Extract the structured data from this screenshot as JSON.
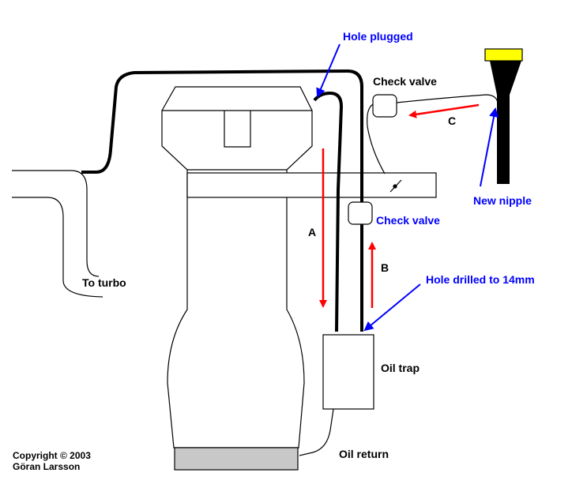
{
  "labels": {
    "hole_plugged": "Hole plugged",
    "check_valve_top": "Check valve",
    "check_valve_mid": "Check valve",
    "new_nipple": "New nipple",
    "to_turbo": "To turbo",
    "hole_drilled": "Hole drilled to 14mm",
    "oil_trap": "Oil trap",
    "oil_return": "Oil return",
    "arrow_a": "A",
    "arrow_b": "B",
    "arrow_c": "C"
  },
  "copyright": {
    "line1": "Copyright © 2003",
    "line2": "Göran Larsson"
  },
  "colors": {
    "annotation": "#0000ff",
    "flow_arrow": "#ff0000",
    "nipple_cap": "#ffff00",
    "sump": "#c8c8c8",
    "line": "#000000"
  }
}
